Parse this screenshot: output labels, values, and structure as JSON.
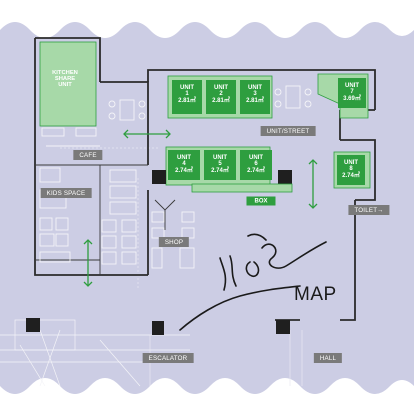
{
  "title": "MAP",
  "units": [
    {
      "id": "u1",
      "name": "UNIT 1",
      "area": "2.81㎡"
    },
    {
      "id": "u2",
      "name": "UNIT 2",
      "area": "2.81㎡"
    },
    {
      "id": "u3",
      "name": "UNIT 3",
      "area": "2.81㎡"
    },
    {
      "id": "u4",
      "name": "UNIT 4",
      "area": "2.74㎡"
    },
    {
      "id": "u5",
      "name": "UNIT 5",
      "area": "2.74㎡"
    },
    {
      "id": "u6",
      "name": "UNIT 6",
      "area": "2.74㎡"
    },
    {
      "id": "u7",
      "name": "UNIT 7",
      "area": "3.69㎡"
    },
    {
      "id": "u8",
      "name": "UNIT 8",
      "area": "2.74㎡"
    }
  ],
  "kitchen": {
    "line1": "KITCHEN",
    "line2": "SHARE",
    "line3": "UNIT"
  },
  "areas": {
    "cafe": "CAFE",
    "kids_space": "KIDS SPACE",
    "unit_street": "UNIT/STREET",
    "box": "BOX",
    "shop": "SHOP",
    "toilet": "TOILET→",
    "escalator": "ESCALATOR",
    "hall": "HALL"
  },
  "colors": {
    "floor": "#cccde4",
    "unit_fill": "#2e9e3f",
    "unit_zone": "#a7d9a8",
    "wall": "#2b2b2b",
    "arrow": "#2e9e3f",
    "label_bg": "#7a7a7a"
  }
}
